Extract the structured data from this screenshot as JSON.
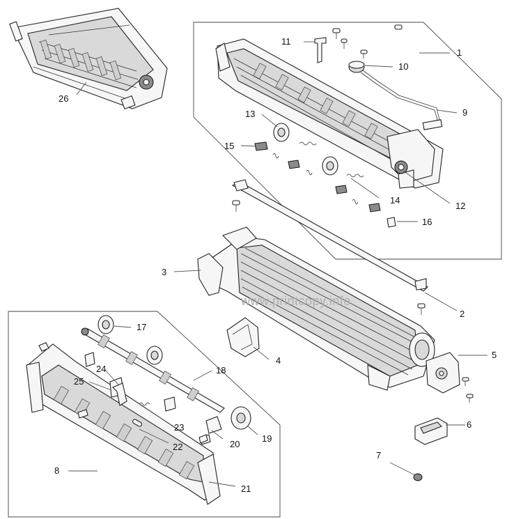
{
  "watermark": "www.printcopy.info",
  "callouts": [
    "1",
    "2",
    "3",
    "4",
    "5",
    "6",
    "7",
    "8",
    "9",
    "10",
    "11",
    "12",
    "13",
    "14",
    "15",
    "16",
    "17",
    "18",
    "19",
    "20",
    "21",
    "22",
    "23",
    "24",
    "25",
    "26"
  ]
}
